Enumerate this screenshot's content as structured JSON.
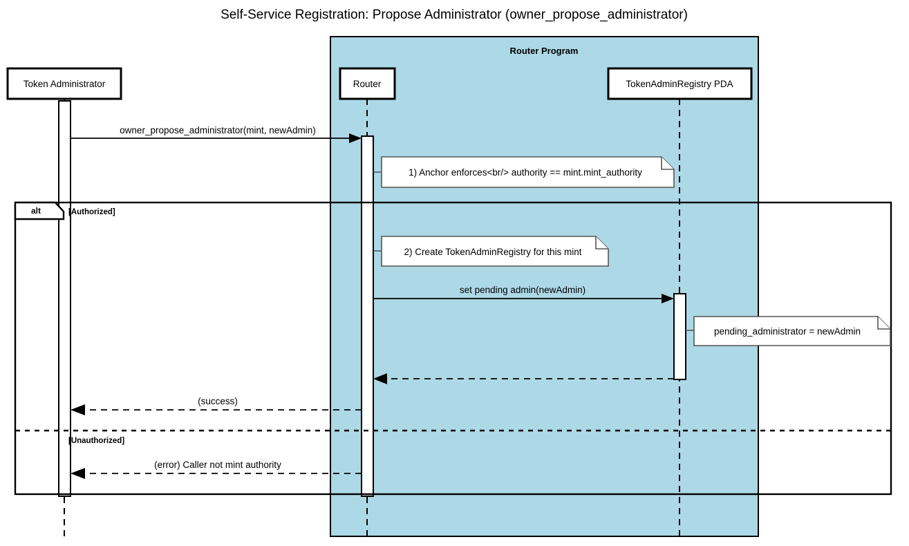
{
  "diagram": {
    "type": "sequence-diagram",
    "title": "Self-Service Registration: Propose Administrator (owner_propose_administrator)",
    "background_color": "#ffffff",
    "group_fill_color": "#add8e6",
    "stroke_color": "#000000"
  },
  "group": {
    "label": "Router Program"
  },
  "participants": [
    {
      "id": "token-administrator",
      "label": "Token Administrator"
    },
    {
      "id": "router",
      "label": "Router"
    },
    {
      "id": "token-admin-registry-pda",
      "label": "TokenAdminRegistry PDA"
    }
  ],
  "messages": [
    {
      "id": "msg-propose",
      "label": "owner_propose_administrator(mint, newAdmin)",
      "from": "token-administrator",
      "to": "router",
      "style": "solid"
    },
    {
      "id": "msg-set-pending-admin",
      "label": "set pending admin(newAdmin)",
      "from": "router",
      "to": "token-admin-registry-pda",
      "style": "solid"
    },
    {
      "id": "msg-pda-return",
      "label": "",
      "from": "token-admin-registry-pda",
      "to": "router",
      "style": "dashed"
    },
    {
      "id": "msg-success",
      "label": "(success)",
      "from": "router",
      "to": "token-administrator",
      "style": "dashed"
    },
    {
      "id": "msg-error",
      "label": "(error) Caller not mint authority",
      "from": "router",
      "to": "token-administrator",
      "style": "dashed"
    }
  ],
  "notes": [
    {
      "id": "note-anchor-enforces",
      "text": "1) Anchor enforces<br/> authority == mint.mint_authority",
      "attached_to": "router"
    },
    {
      "id": "note-create-registry",
      "text": "2) Create TokenAdminRegistry for this mint",
      "attached_to": "router"
    },
    {
      "id": "note-pending-administrator",
      "text": "pending_administrator = newAdmin",
      "attached_to": "token-admin-registry-pda"
    }
  ],
  "fragment": {
    "operator": "alt",
    "branches": [
      {
        "id": "branch-authorized",
        "condition": "[Authorized]"
      },
      {
        "id": "branch-unauthorized",
        "condition": "[Unauthorized]"
      }
    ]
  }
}
